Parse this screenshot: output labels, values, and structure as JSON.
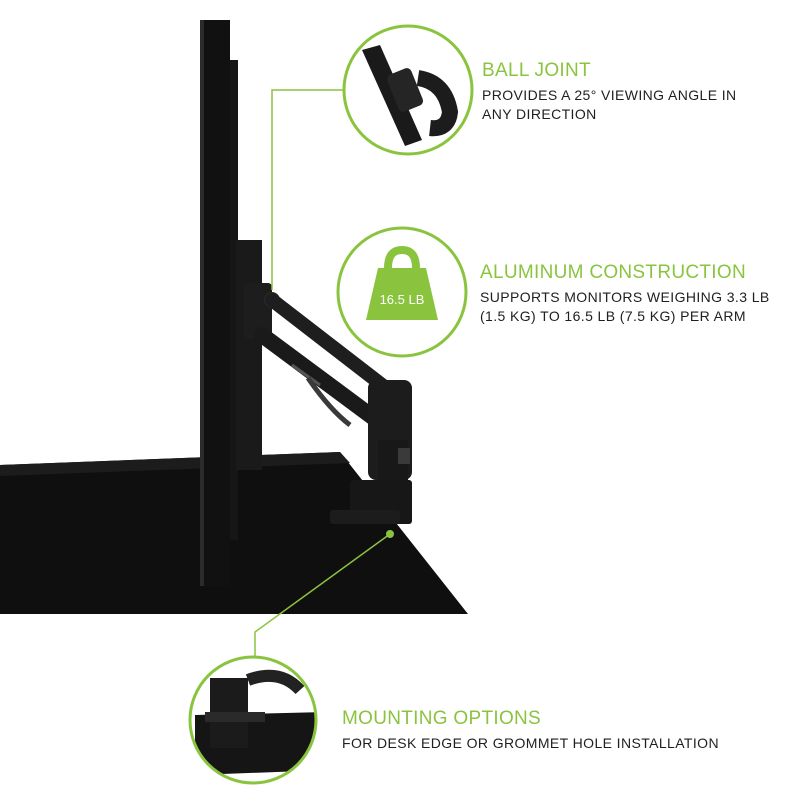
{
  "accent_color": "#8ac43f",
  "features": [
    {
      "title": "BALL JOINT",
      "description": "PROVIDES A 25° VIEWING ANGLE IN ANY DIRECTION"
    },
    {
      "title": "ALUMINUM CONSTRUCTION",
      "description": "SUPPORTS MONITORS WEIGHING 3.3 LB (1.5 KG) TO 16.5 LB (7.5 KG) PER ARM"
    },
    {
      "title": "MOUNTING OPTIONS",
      "description": "FOR DESK EDGE OR GROMMET HOLE INSTALLATION"
    }
  ],
  "weight_badge": "16.5 LB"
}
